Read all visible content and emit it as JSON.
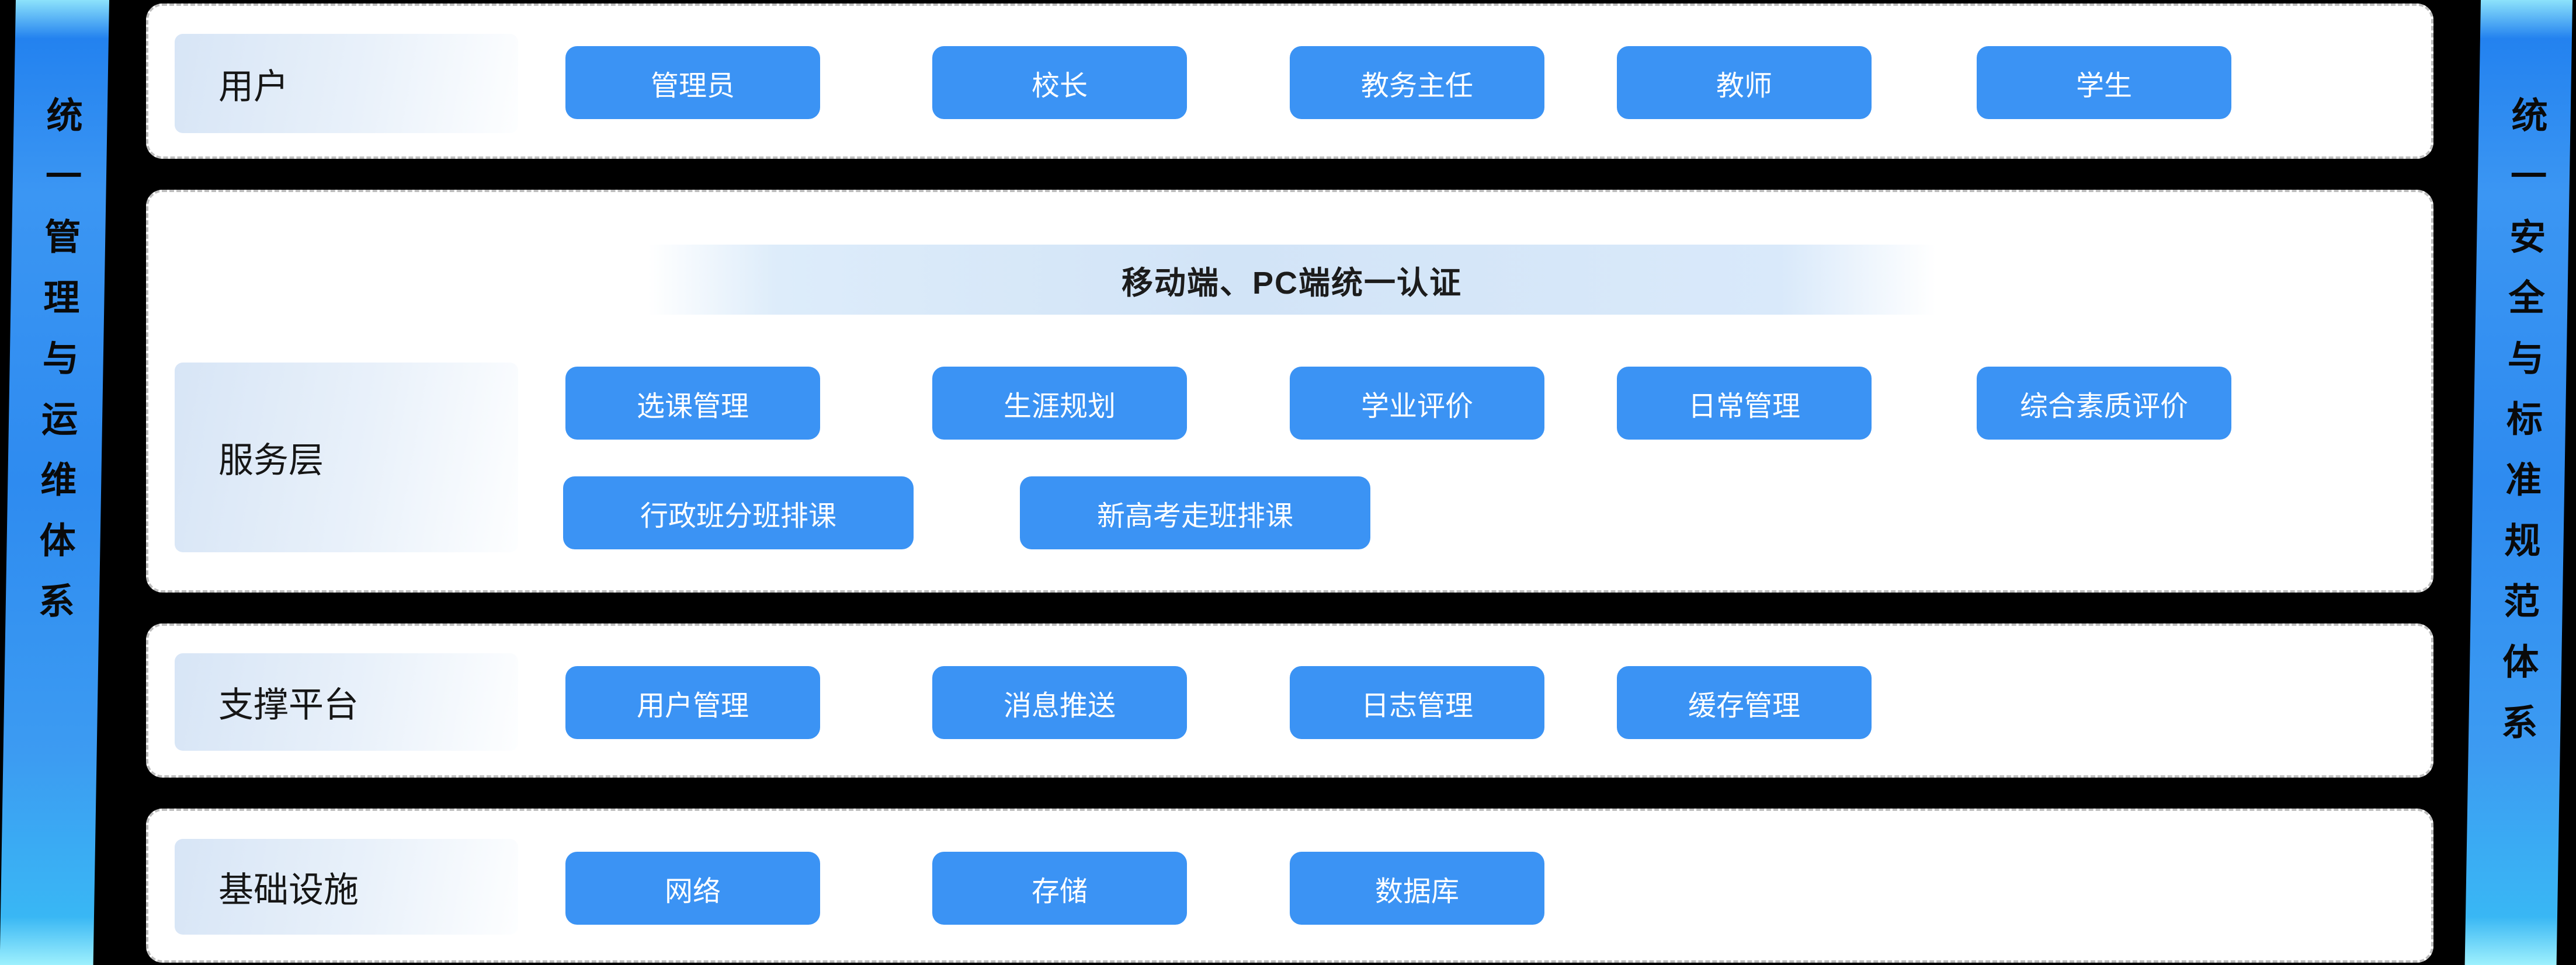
{
  "diagram": {
    "title_hint": "school-system-architecture",
    "left_banner": {
      "text": "统一管理与运维体系"
    },
    "right_banner": {
      "text": "统一安全与标准规范体系"
    },
    "panels": [
      {
        "label": "用户",
        "buttons": [
          "管理员",
          "校长",
          "教务主任",
          "教师",
          "学生"
        ]
      },
      {
        "label": "服务层",
        "auth_banner": "移动端、PC端统一认证",
        "row1": [
          "选课管理",
          "生涯规划",
          "学业评价",
          "日常管理",
          "综合素质评价"
        ],
        "row2": [
          "行政班分班排课",
          "新高考走班排课"
        ]
      },
      {
        "label": "支撑平台",
        "buttons": [
          "用户管理",
          "消息推送",
          "日志管理",
          "缓存管理"
        ]
      },
      {
        "label": "基础设施",
        "buttons": [
          "网络",
          "存储",
          "数据库"
        ]
      }
    ],
    "colors": {
      "background": "#000000",
      "block_blue": "#3b93f4",
      "ribbon_blue": "#2e8bf0",
      "panel_border": "#bdbdbd",
      "label_gradient_start": "#d7e5f6",
      "auth_bar_fill": "#d2e4f7"
    }
  }
}
